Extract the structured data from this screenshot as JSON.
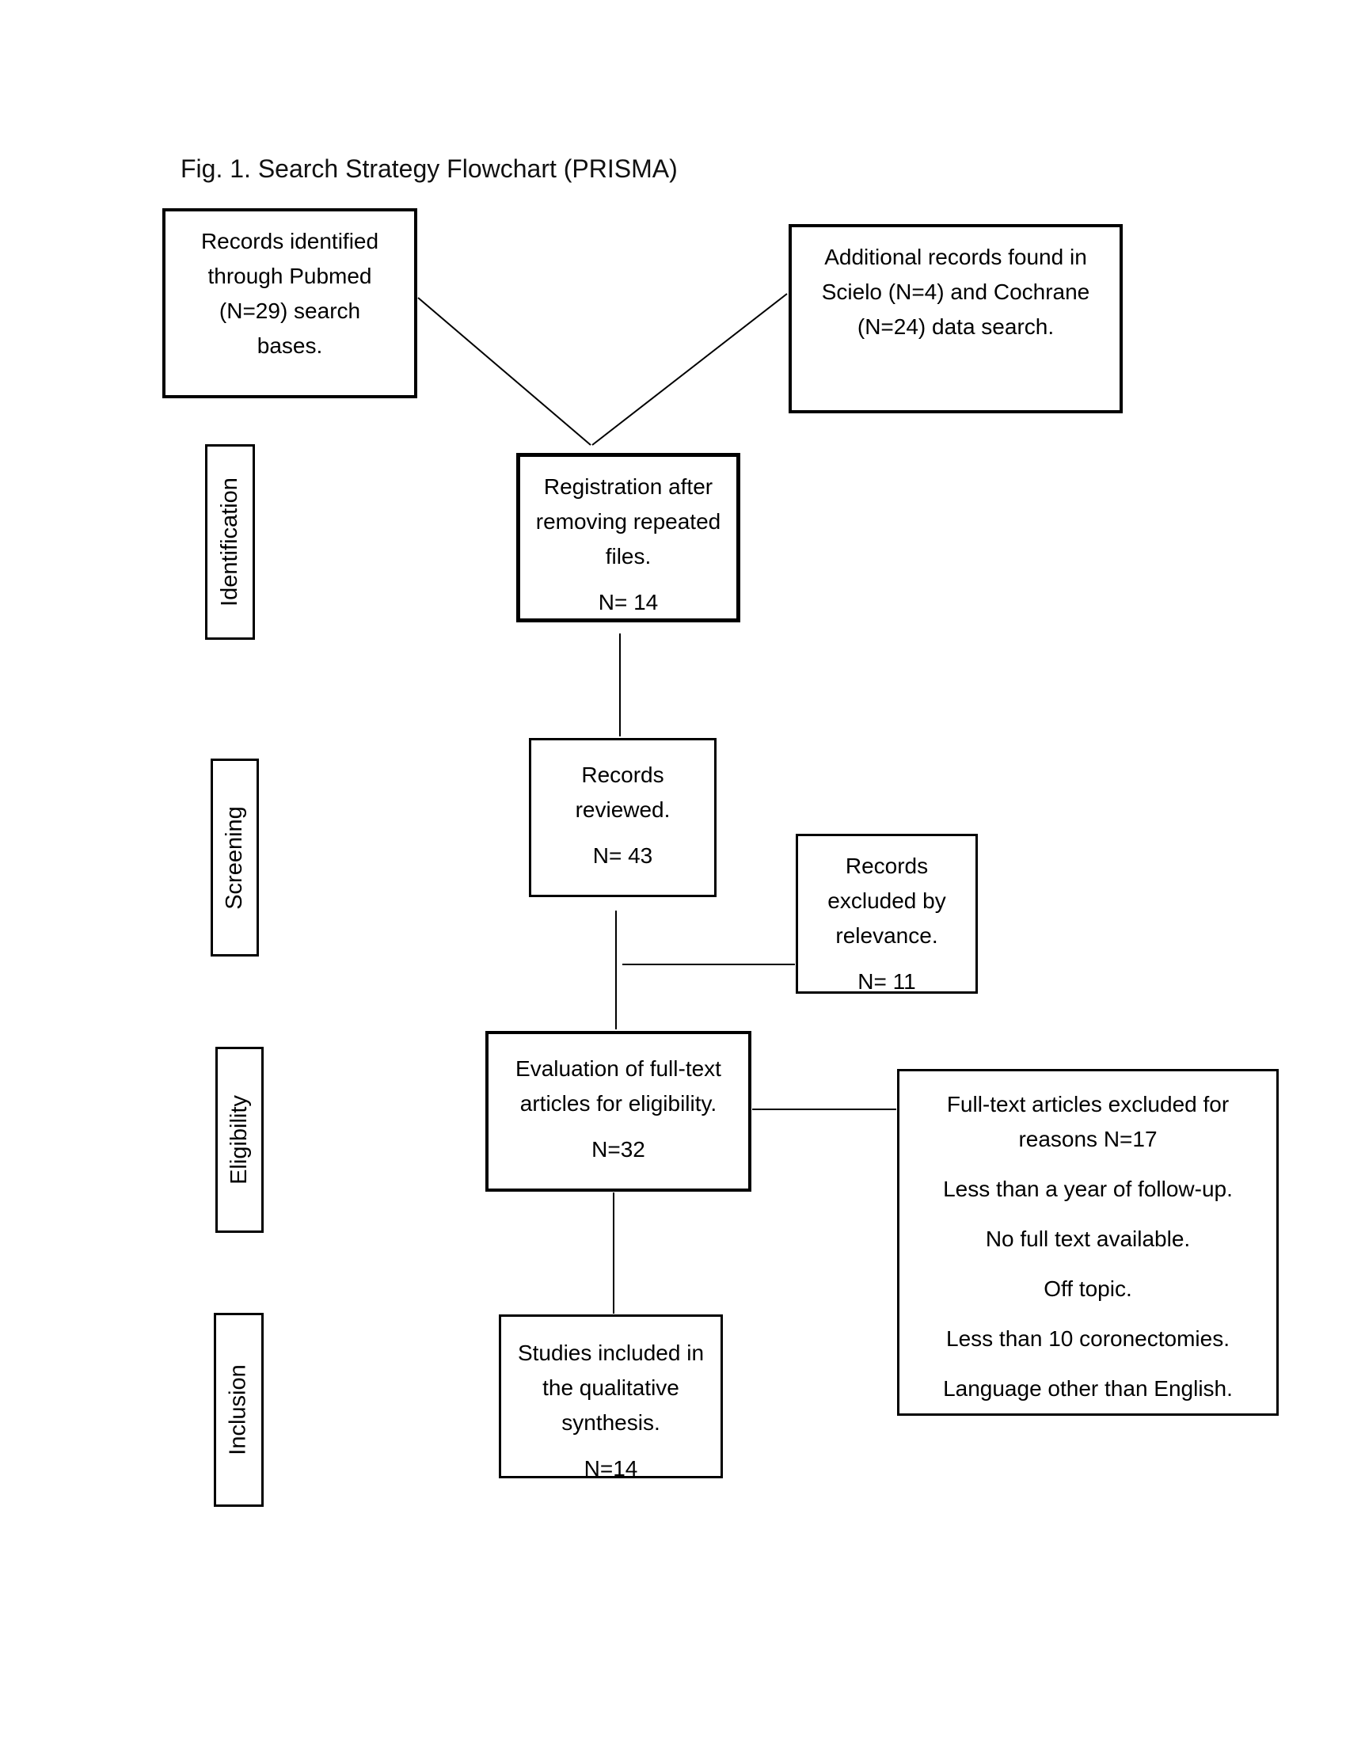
{
  "title": "Fig. 1. Search Strategy Flowchart (PRISMA)",
  "colors": {
    "background": "#ffffff",
    "line": "#000000",
    "text": "#000000"
  },
  "stages": [
    {
      "label": "Identification"
    },
    {
      "label": "Screening"
    },
    {
      "label": "Eligibility"
    },
    {
      "label": "Inclusion"
    }
  ],
  "boxes": {
    "records_identified": {
      "text": "Records identified through Pubmed (N=29) search bases."
    },
    "additional_records": {
      "text": "Additional records found in  Scielo (N=4) and Cochrane (N=24) data search."
    },
    "registration": {
      "text": "Registration after removing repeated files.",
      "count": "N= 14"
    },
    "records_reviewed": {
      "text": "Records reviewed.",
      "count": "N= 43"
    },
    "records_excluded": {
      "text": "Records excluded by relevance.",
      "count": "N= 11"
    },
    "evaluation": {
      "text": "Evaluation of full-text articles for eligibility.",
      "count": "N=32"
    },
    "exclusion_reasons": {
      "heading": "Full-text articles excluded for reasons N=17",
      "reasons": [
        "Less than a year of follow-up.",
        "No full text available.",
        "Off topic.",
        "Less than 10 coronectomies.",
        "Language other than English."
      ]
    },
    "studies_included": {
      "text": "Studies included in the qualitative synthesis.",
      "count": "N=14"
    }
  }
}
